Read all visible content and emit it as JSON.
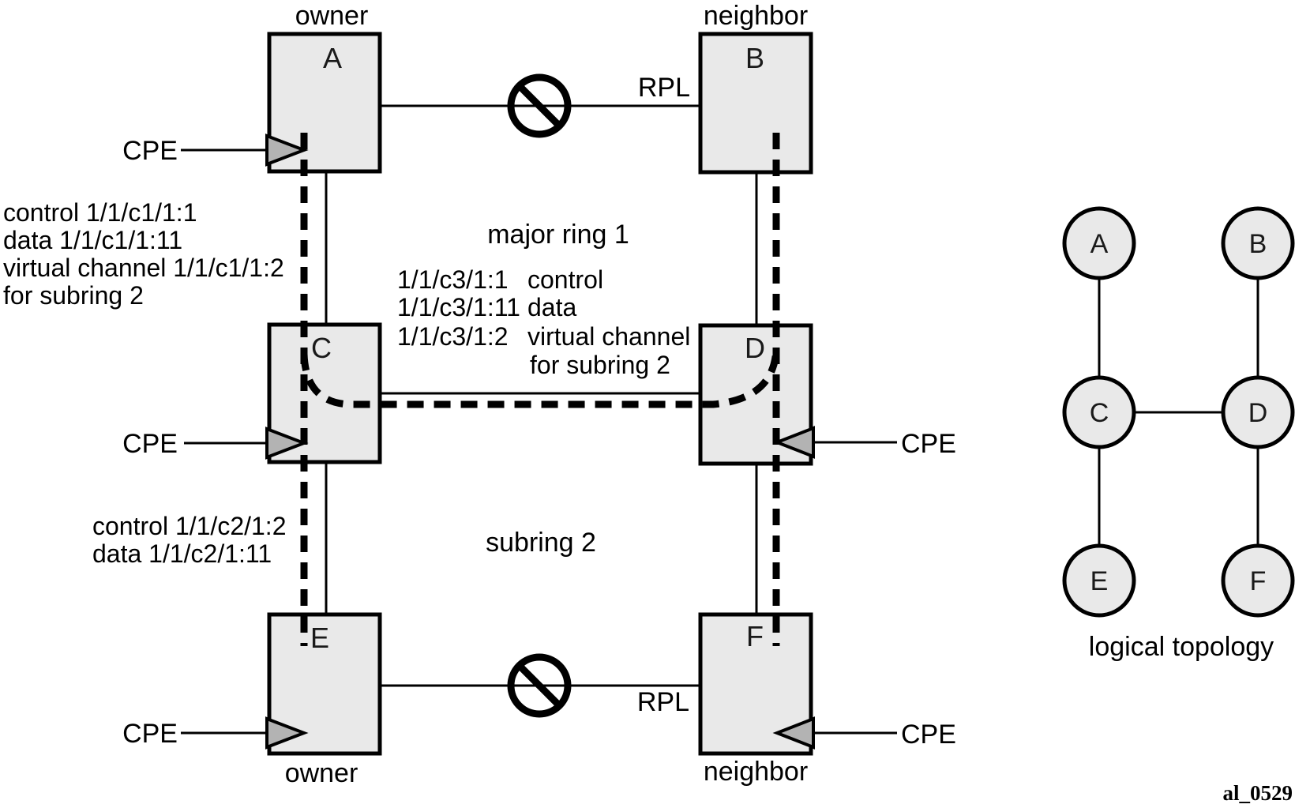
{
  "figure_id": "al_0529",
  "colors": {
    "node_fill": "#e9e9e9",
    "outline": "#000000",
    "arrow_fill": "#b3b3b3",
    "background": "#ffffff"
  },
  "nodes": {
    "a": {
      "label": "A",
      "role": "owner"
    },
    "b": {
      "label": "B",
      "role": "neighbor"
    },
    "c": {
      "label": "C"
    },
    "d": {
      "label": "D"
    },
    "e": {
      "label": "E",
      "role": "owner"
    },
    "f": {
      "label": "F",
      "role": "neighbor"
    }
  },
  "rings": {
    "major_ring_label": "major ring 1",
    "subring_label": "subring 2"
  },
  "rpl": {
    "top": "RPL",
    "bottom": "RPL"
  },
  "cpe": {
    "a": "CPE",
    "c": "CPE",
    "e": "CPE",
    "d": "CPE",
    "f": "CPE"
  },
  "annotations": {
    "node_a_ports": {
      "line1": "control 1/1/c1/1:1",
      "line2": "data 1/1/c1/1:11",
      "line3": "virtual channel 1/1/c1/1:2",
      "line4": "for subring 2"
    },
    "link_cd_ports": {
      "row1_port": "1/1/c3/1:1",
      "row1_desc": "control",
      "row2_port": "1/1/c3/1:11",
      "row2_desc": "data",
      "row3_port": "1/1/c3/1:2",
      "row3_desc": "virtual channel",
      "row4_desc": "for subring 2"
    },
    "node_e_ports": {
      "line1": "control 1/1/c2/1:2",
      "line2": "data 1/1/c2/1:11"
    }
  },
  "logical_topology": {
    "caption": "logical topology",
    "nodes": {
      "a": "A",
      "b": "B",
      "c": "C",
      "d": "D",
      "e": "E",
      "f": "F"
    }
  }
}
